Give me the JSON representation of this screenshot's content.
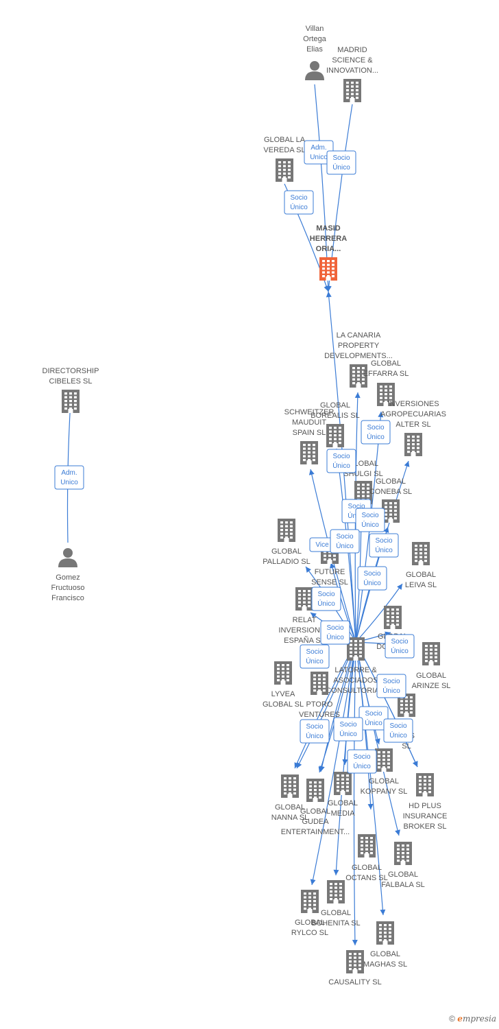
{
  "colors": {
    "node": "#777777",
    "main_node": "#f0643a",
    "edge": "#3a7bd5",
    "label": "#555555"
  },
  "nodes": [
    {
      "id": "villan",
      "kind": "person",
      "lines": [
        "Villan",
        "Ortega",
        "Elias"
      ]
    },
    {
      "id": "madrid",
      "kind": "company",
      "lines": [
        "MADRID",
        "SCIENCE &",
        "INNOVATION..."
      ]
    },
    {
      "id": "lavereda",
      "kind": "company",
      "lines": [
        "GLOBAL LA",
        "VEREDA  SL"
      ]
    },
    {
      "id": "masid",
      "kind": "main",
      "lines": [
        "MASID",
        "HERRERA",
        "ORIA..."
      ]
    },
    {
      "id": "directorship",
      "kind": "company",
      "lines": [
        "DIRECTORSHIP",
        "CIBELES SL"
      ]
    },
    {
      "id": "gomez",
      "kind": "person",
      "lines": [
        "Gomez",
        "Fructuoso",
        "Francisco"
      ]
    },
    {
      "id": "lacanaria",
      "kind": "company",
      "lines": [
        "LA CANARIA",
        "PROPERTY",
        "DEVELOPMENTS..."
      ]
    },
    {
      "id": "effarra",
      "kind": "company",
      "lines": [
        "GLOBAL",
        "EFFARRA  SL"
      ]
    },
    {
      "id": "inversiones",
      "kind": "company",
      "lines": [
        "INVERSIONES",
        "AGROPECUARIAS",
        "ALTER  SL"
      ]
    },
    {
      "id": "borealis",
      "kind": "company",
      "lines": [
        "GLOBAL",
        "BOREALIS  SL"
      ]
    },
    {
      "id": "schweitzer",
      "kind": "company",
      "lines": [
        "SCHWEITZER",
        "MAUDUIT",
        "SPAIN SL"
      ]
    },
    {
      "id": "shulgi",
      "kind": "company",
      "lines": [
        "GLOBAL",
        "SHULGI  SL"
      ]
    },
    {
      "id": "coneba",
      "kind": "company",
      "lines": [
        "GLOBAL",
        "CONEBA  SL"
      ]
    },
    {
      "id": "palladio",
      "kind": "company",
      "lines": [
        "GLOBAL",
        "PALLADIO  SL"
      ]
    },
    {
      "id": "future",
      "kind": "company",
      "lines": [
        "FUTURE",
        "SENSE  SL"
      ]
    },
    {
      "id": "leiva",
      "kind": "company",
      "lines": [
        "GLOBAL",
        "LEIVA  SL"
      ]
    },
    {
      "id": "relat",
      "kind": "company",
      "lines": [
        "RELAT",
        "INVERSIONES",
        "ESPAÑA  SL"
      ]
    },
    {
      "id": "dopp",
      "kind": "company",
      "lines": [
        "GLOBAL",
        "DOPP  SL"
      ]
    },
    {
      "id": "latorre",
      "kind": "company",
      "lines": [
        "LATORRE &",
        "ASOCIADOS",
        "CONSULTORIA..."
      ]
    },
    {
      "id": "arinze",
      "kind": "company",
      "lines": [
        "GLOBAL",
        "ARINZE  SL"
      ]
    },
    {
      "id": "lyvea",
      "kind": "company",
      "lines": [
        "LYVEA",
        "GLOBAL  SL"
      ]
    },
    {
      "id": "ptoro",
      "kind": "company",
      "lines": [
        "PTORO",
        "VENTURES",
        "F..."
      ]
    },
    {
      "id": "ailmas",
      "kind": "company",
      "lines": [
        "AIL",
        "MAS",
        "SL"
      ]
    },
    {
      "id": "koppany",
      "kind": "company",
      "lines": [
        "GLOBAL",
        "KOPPANY  SL"
      ]
    },
    {
      "id": "hdplus",
      "kind": "company",
      "lines": [
        "HD PLUS",
        "INSURANCE",
        "BROKER  SL"
      ]
    },
    {
      "id": "nanna",
      "kind": "company",
      "lines": [
        "GLOBAL",
        "NANNA  SL"
      ]
    },
    {
      "id": "gudea",
      "kind": "company",
      "lines": [
        "GLOBAL",
        "GUDEA",
        "ENTERTAINMENT..."
      ]
    },
    {
      "id": "media",
      "kind": "company",
      "lines": [
        "GLOBAL",
        "MEDIA"
      ]
    },
    {
      "id": "octans",
      "kind": "company",
      "lines": [
        "GLOBAL",
        "OCTANS  SL"
      ]
    },
    {
      "id": "falbala",
      "kind": "company",
      "lines": [
        "GLOBAL",
        "FALBALA  SL"
      ]
    },
    {
      "id": "rylco",
      "kind": "company",
      "lines": [
        "GLOBAL",
        "RYLCO  SL"
      ]
    },
    {
      "id": "bohenita",
      "kind": "company",
      "lines": [
        "GLOBAL",
        "BOHENITA SL"
      ]
    },
    {
      "id": "maghas",
      "kind": "company",
      "lines": [
        "GLOBAL",
        "MAGHAS  SL"
      ]
    },
    {
      "id": "causality",
      "kind": "company",
      "lines": [
        "CAUSALITY  SL"
      ]
    }
  ],
  "edges": [
    {
      "from": "villan",
      "to": "masid",
      "label": [
        "Adm.",
        "Unico"
      ]
    },
    {
      "from": "madrid",
      "to": "masid",
      "label": [
        "Socio",
        "Único"
      ]
    },
    {
      "from": "lavereda",
      "to": "masid",
      "label": [
        "Socio",
        "Único"
      ]
    },
    {
      "from": "gomez",
      "to": "directorship",
      "label": [
        "Adm.",
        "Unico"
      ]
    },
    {
      "from": "latorre",
      "to": "masid",
      "label": []
    },
    {
      "from": "latorre",
      "to": "lacanaria",
      "label": []
    },
    {
      "from": "latorre",
      "to": "effarra",
      "label": [
        "Socio",
        "Único"
      ]
    },
    {
      "from": "latorre",
      "to": "inversiones",
      "label": []
    },
    {
      "from": "latorre",
      "to": "borealis",
      "label": [
        "Socio",
        "Único"
      ]
    },
    {
      "from": "latorre",
      "to": "schweitzer",
      "label": []
    },
    {
      "from": "latorre",
      "to": "shulgi",
      "label": [
        "Socio",
        "Único"
      ]
    },
    {
      "from": "latorre",
      "to": "coneba",
      "label": [
        "Socio",
        "Único"
      ]
    },
    {
      "from": "latorre",
      "to": "palladio",
      "label": [
        "Vice"
      ]
    },
    {
      "from": "latorre",
      "to": "future",
      "label": [
        "Socio",
        "Único"
      ]
    },
    {
      "from": "latorre",
      "to": "leiva",
      "label": [
        "Socio",
        "Único"
      ]
    },
    {
      "from": "latorre",
      "to": "relat",
      "label": [
        "Socio",
        "Único"
      ]
    },
    {
      "from": "latorre",
      "to": "dopp",
      "label": [
        "Socio",
        "Único"
      ]
    },
    {
      "from": "latorre",
      "to": "arinze",
      "label": [
        "Socio",
        "Único"
      ]
    },
    {
      "from": "latorre",
      "to": "lyvea",
      "label": [
        "Socio",
        "Único"
      ]
    },
    {
      "from": "latorre",
      "to": "ptoro",
      "label": [
        "Socio",
        "Único"
      ]
    },
    {
      "from": "latorre",
      "to": "ailmas",
      "label": [
        "Socio",
        "Único"
      ]
    },
    {
      "from": "latorre",
      "to": "koppany",
      "label": [
        "Socio",
        "Único"
      ]
    },
    {
      "from": "latorre",
      "to": "hdplus",
      "label": []
    },
    {
      "from": "latorre",
      "to": "nanna",
      "label": []
    },
    {
      "from": "latorre",
      "to": "gudea",
      "label": [
        "Socio",
        "Único"
      ]
    },
    {
      "from": "latorre",
      "to": "media",
      "label": [
        "Socio",
        "Único"
      ]
    },
    {
      "from": "latorre",
      "to": "octans",
      "label": [
        "Socio",
        "Único"
      ]
    },
    {
      "from": "latorre",
      "to": "falbala",
      "label": []
    },
    {
      "from": "latorre",
      "to": "rylco",
      "label": []
    },
    {
      "from": "latorre",
      "to": "bohenita",
      "label": []
    },
    {
      "from": "latorre",
      "to": "maghas",
      "label": []
    },
    {
      "from": "latorre",
      "to": "causality",
      "label": []
    }
  ],
  "brand": {
    "copyright": "©",
    "first_letter": "e",
    "rest": "mpresia"
  }
}
